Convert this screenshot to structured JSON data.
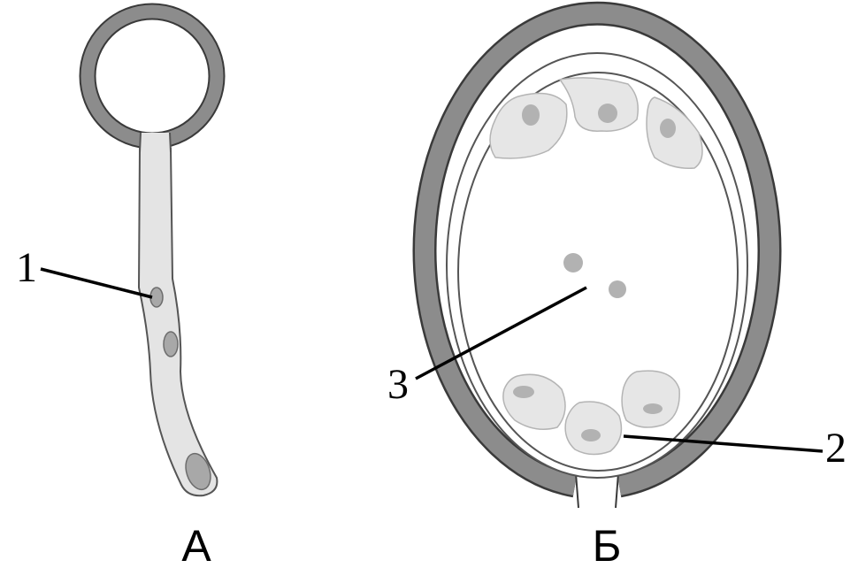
{
  "figures": {
    "a": {
      "caption": "А",
      "callout_1": "1"
    },
    "b": {
      "caption": "Б",
      "callout_2": "2",
      "callout_3": "3"
    }
  },
  "colors": {
    "outer_wall": "#8c8c8c",
    "wall_outline": "#3a3a3a",
    "cell_fill": "#e6e6e6",
    "cell_outline": "#b4b4b4",
    "nucleus": "#b2b2b2",
    "tube_fill": "#e4e4e4"
  }
}
